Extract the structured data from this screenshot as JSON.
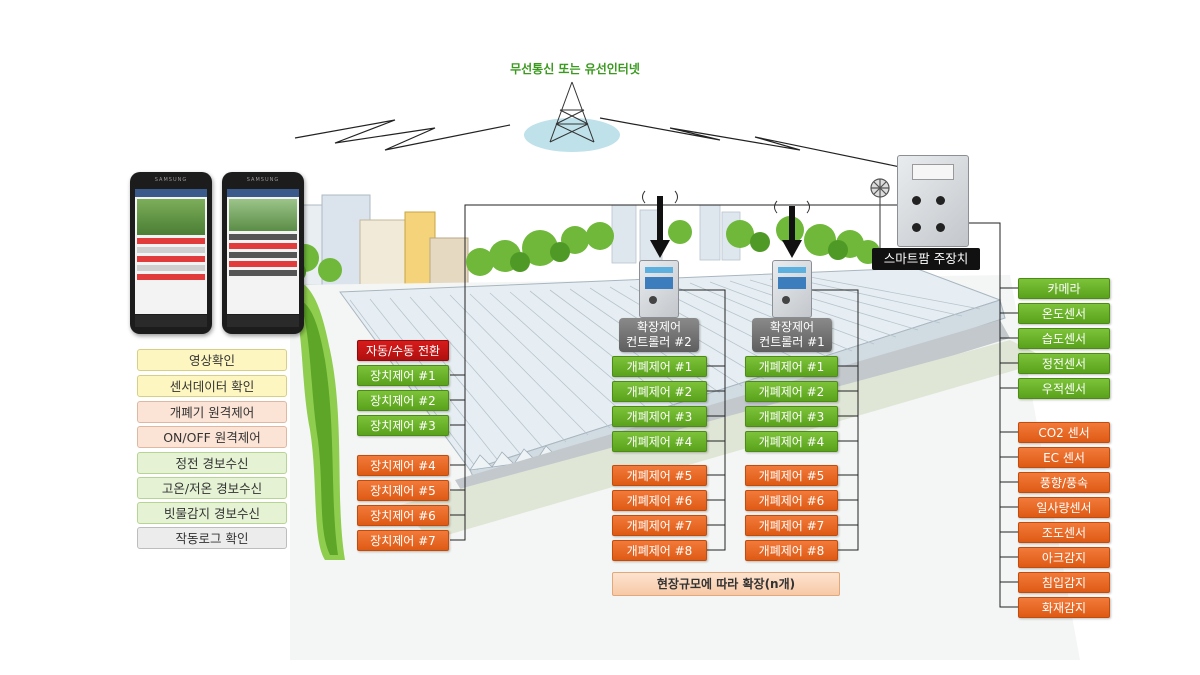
{
  "network": {
    "label": "무선통신 또는 유선인터넷"
  },
  "main_device": {
    "label": "스마트팜 주장치"
  },
  "features": [
    {
      "label": "영상확인",
      "style": "yellow"
    },
    {
      "label": "센서데이터 확인",
      "style": "yellow"
    },
    {
      "label": "개폐기 원격제어",
      "style": "pink"
    },
    {
      "label": "ON/OFF 원격제어",
      "style": "pink"
    },
    {
      "label": "정전 경보수신",
      "style": "lgreen"
    },
    {
      "label": "고온/저온 경보수신",
      "style": "lgreen"
    },
    {
      "label": "빗물감지 경보수신",
      "style": "lgreen"
    },
    {
      "label": "작동로그 확인",
      "style": "gray"
    }
  ],
  "mode_switch": {
    "label": "자동/수동 전환"
  },
  "device_controls": [
    {
      "label": "장치제어 #1",
      "color": "green"
    },
    {
      "label": "장치제어 #2",
      "color": "green"
    },
    {
      "label": "장치제어 #3",
      "color": "green"
    },
    {
      "label": "장치제어 #4",
      "color": "orange"
    },
    {
      "label": "장치제어 #5",
      "color": "orange"
    },
    {
      "label": "장치제어 #6",
      "color": "orange"
    },
    {
      "label": "장치제어 #7",
      "color": "orange"
    }
  ],
  "controllers": [
    {
      "label_line1": "확장제어",
      "label_line2": "컨트롤러 #2",
      "items": [
        {
          "label": "개폐제어 #1",
          "color": "green"
        },
        {
          "label": "개폐제어 #2",
          "color": "green"
        },
        {
          "label": "개폐제어 #3",
          "color": "green"
        },
        {
          "label": "개폐제어 #4",
          "color": "green"
        },
        {
          "label": "개폐제어 #5",
          "color": "orange"
        },
        {
          "label": "개폐제어 #6",
          "color": "orange"
        },
        {
          "label": "개폐제어 #7",
          "color": "orange"
        },
        {
          "label": "개폐제어 #8",
          "color": "orange"
        }
      ]
    },
    {
      "label_line1": "확장제어",
      "label_line2": "컨트롤러 #1",
      "items": [
        {
          "label": "개폐제어 #1",
          "color": "green"
        },
        {
          "label": "개폐제어 #2",
          "color": "green"
        },
        {
          "label": "개폐제어 #3",
          "color": "green"
        },
        {
          "label": "개폐제어 #4",
          "color": "green"
        },
        {
          "label": "개폐제어 #5",
          "color": "orange"
        },
        {
          "label": "개폐제어 #6",
          "color": "orange"
        },
        {
          "label": "개폐제어 #7",
          "color": "orange"
        },
        {
          "label": "개폐제어 #8",
          "color": "orange"
        }
      ]
    }
  ],
  "expansion_note": {
    "label": "현장규모에 따라 확장(n개)"
  },
  "sensors_primary": [
    {
      "label": "카메라",
      "color": "green"
    },
    {
      "label": "온도센서",
      "color": "green"
    },
    {
      "label": "습도센서",
      "color": "green"
    },
    {
      "label": "정전센서",
      "color": "green"
    },
    {
      "label": "우적센서",
      "color": "green"
    }
  ],
  "sensors_optional": [
    {
      "label": "CO2 센서",
      "color": "orange"
    },
    {
      "label": "EC 센서",
      "color": "orange"
    },
    {
      "label": "풍향/풍속",
      "color": "orange"
    },
    {
      "label": "일사량센서",
      "color": "orange"
    },
    {
      "label": "조도센서",
      "color": "orange"
    },
    {
      "label": "아크감지",
      "color": "orange"
    },
    {
      "label": "침입감지",
      "color": "orange"
    },
    {
      "label": "화재감지",
      "color": "orange"
    }
  ],
  "phone_brand": "SAMSUNG"
}
